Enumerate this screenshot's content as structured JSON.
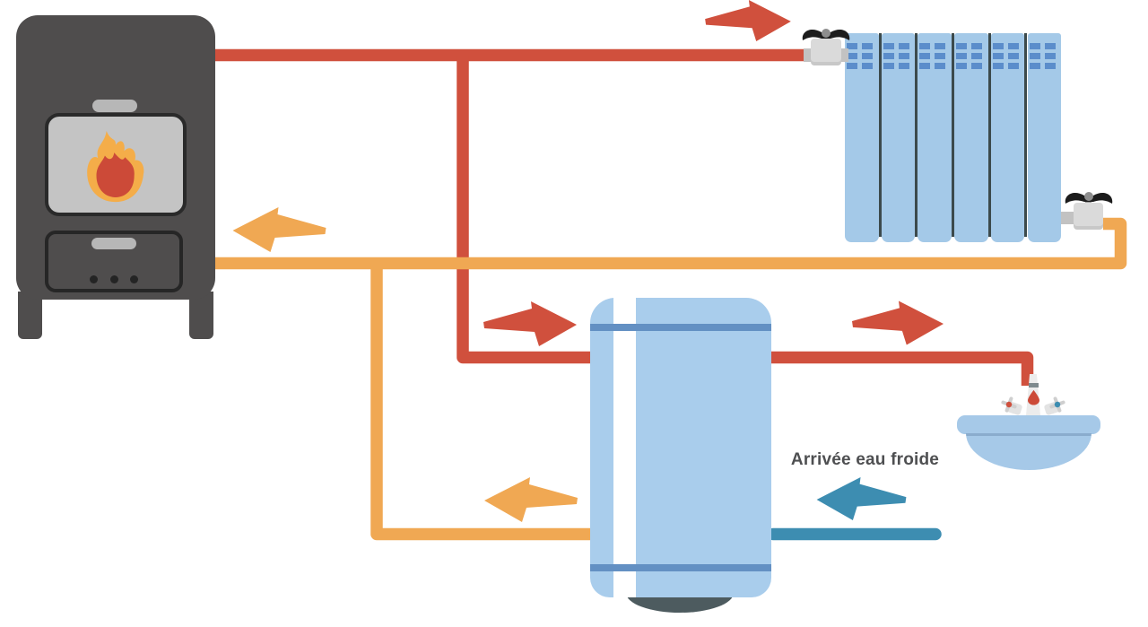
{
  "labels": {
    "cold_water_inlet": "Arrivée eau froide"
  },
  "colors": {
    "hot": "#d0503d",
    "ret": "#f0a853",
    "cold": "#3d8db1",
    "radiator": "#a4c9e8",
    "vent": "#5b8dcb",
    "divider": "#3c4a4c",
    "tank": "#a9cdec",
    "tankBand": "#6390c3",
    "tankBase": "#4d5b5f",
    "stove": "#4f4d4d",
    "win": "#c4c4c4",
    "winBorder": "#2a2a2a",
    "flameOuter": "#f4ad49",
    "flameInner": "#cc4a38",
    "metal": "#b7b7b7",
    "valveBody": "#dadada",
    "valveStub": "#c2c2c2",
    "handleBlack": "#1c1c1c",
    "sink": "#a6c9e8",
    "text": "#4e4f51"
  },
  "radiator": {
    "sections": 6,
    "vent_rows": 3,
    "valves": 2
  },
  "flows": [
    {
      "name": "hot-supply-to-radiator",
      "color": "hot",
      "direction": "right"
    },
    {
      "name": "hot-branch-to-tank",
      "color": "hot",
      "direction": "right"
    },
    {
      "name": "hot-tank-to-faucet",
      "color": "hot",
      "direction": "right"
    },
    {
      "name": "return-radiator-to-boiler",
      "color": "ret",
      "direction": "left"
    },
    {
      "name": "return-branch-to-tank",
      "color": "ret",
      "direction": "left"
    },
    {
      "name": "cold-water-inlet",
      "color": "cold",
      "direction": "left"
    }
  ]
}
